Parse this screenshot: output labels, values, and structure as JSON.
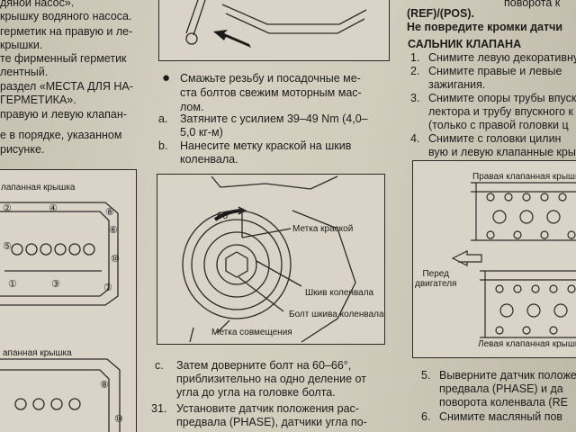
{
  "left_column": {
    "lines": [
      "дяной насос».",
      "крышку водяного насоса.",
      "герметик на правую и ле-",
      "крышки.",
      "те фирменный герметик",
      "лентный.",
      "раздел «МЕСТА ДЛЯ НА-",
      "ГЕРМЕТИКА».",
      "правую и левую клапан-",
      "е в порядке, указанном",
      "рисунке."
    ],
    "fig_top_label": "лапанная крышка",
    "fig_bottom_label": "апанная крышка",
    "bolt_numbers": [
      "⑧",
      "②",
      "④",
      "⑥",
      "⑤",
      "③",
      "①",
      "⑦",
      "⑩",
      "⑧",
      "⑩"
    ]
  },
  "middle_column": {
    "bullet_lines": [
      "Смажьте резьбу и посадочные ме-",
      "ста болтов свежим моторным мас-",
      "лом."
    ],
    "step_a": {
      "marker": "a.",
      "lines": [
        "Затяните с усилием 39–49 Nm (4,0–",
        "5,0 кг-м)"
      ]
    },
    "step_b": {
      "marker": "b.",
      "lines": [
        "Нанесите метку краской на шкив",
        "коленвала."
      ]
    },
    "figure": {
      "angle": "60°",
      "paint_mark": "Метка краской",
      "pulley": "Шкив коленвала",
      "pulley_bolt": "Болт шкива коленвала",
      "alignment_mark": "Метка совмещения"
    },
    "step_c": {
      "marker": "c.",
      "lines": [
        "Затем доверните болт на 60–66°,",
        "приблизительно на одно деление от",
        "угла до угла на головке болта."
      ]
    },
    "step_31": {
      "marker": "31.",
      "lines": [
        "Установите датчик положения рас-",
        "предвала (PHASE), датчики угла по-"
      ]
    }
  },
  "right_column": {
    "top_lines": [
      "(REF)/(POS).",
      "Не повредите кромки датчи"
    ],
    "top_partial": "поворота к",
    "heading": "САЛЬНИК КЛАПАНА",
    "items": [
      {
        "marker": "1.",
        "lines": [
          "Снимите левую декоративну"
        ]
      },
      {
        "marker": "2.",
        "lines": [
          "Снимите правые и левые",
          "зажигания."
        ]
      },
      {
        "marker": "3.",
        "lines": [
          "Снимите опоры трубы впуск",
          "лектора и трубу впускного к",
          "(только с правой головки ц"
        ]
      },
      {
        "marker": "4.",
        "lines": [
          "Снимите с головки цилин",
          "вую и левую клапанные кры"
        ]
      }
    ],
    "figure": {
      "right_cover": "Правая клапанная крышка",
      "front_label": "Перед\nдвигателя",
      "left_cover": "Левая клапанная крышка"
    },
    "item_5": {
      "marker": "5.",
      "lines": [
        "Выверните датчик положе",
        "предвала (PHASE) и да",
        "поворота коленвала (RE"
      ]
    },
    "item_6": {
      "marker": "6.",
      "lines": [
        "Снимите масляный пов"
      ]
    }
  }
}
